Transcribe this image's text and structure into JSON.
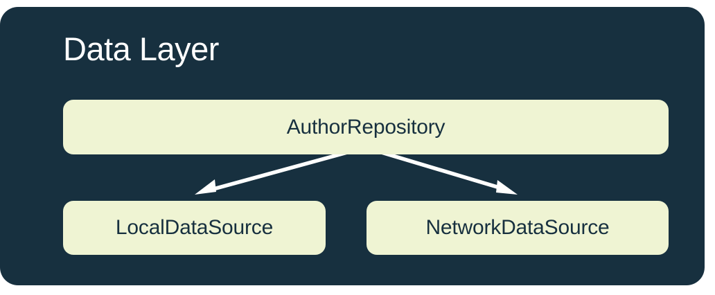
{
  "diagram": {
    "title": "Data Layer",
    "canvas_background": "#ffffff",
    "card_color": "#17303f",
    "node_fill": "#eff4d3",
    "node_text_color": "#17303f",
    "title_text_color": "#ffffff",
    "connector_color": "#ffffff",
    "nodes": [
      {
        "id": "author-repository",
        "label": "AuthorRepository",
        "role": "repository"
      },
      {
        "id": "local-data-source",
        "label": "LocalDataSource",
        "role": "data-source"
      },
      {
        "id": "network-data-source",
        "label": "NetworkDataSource",
        "role": "data-source"
      }
    ],
    "connectors": [
      {
        "from": "author-repository",
        "to": "local-data-source",
        "style": "arrow"
      },
      {
        "from": "author-repository",
        "to": "network-data-source",
        "style": "arrow"
      }
    ]
  }
}
